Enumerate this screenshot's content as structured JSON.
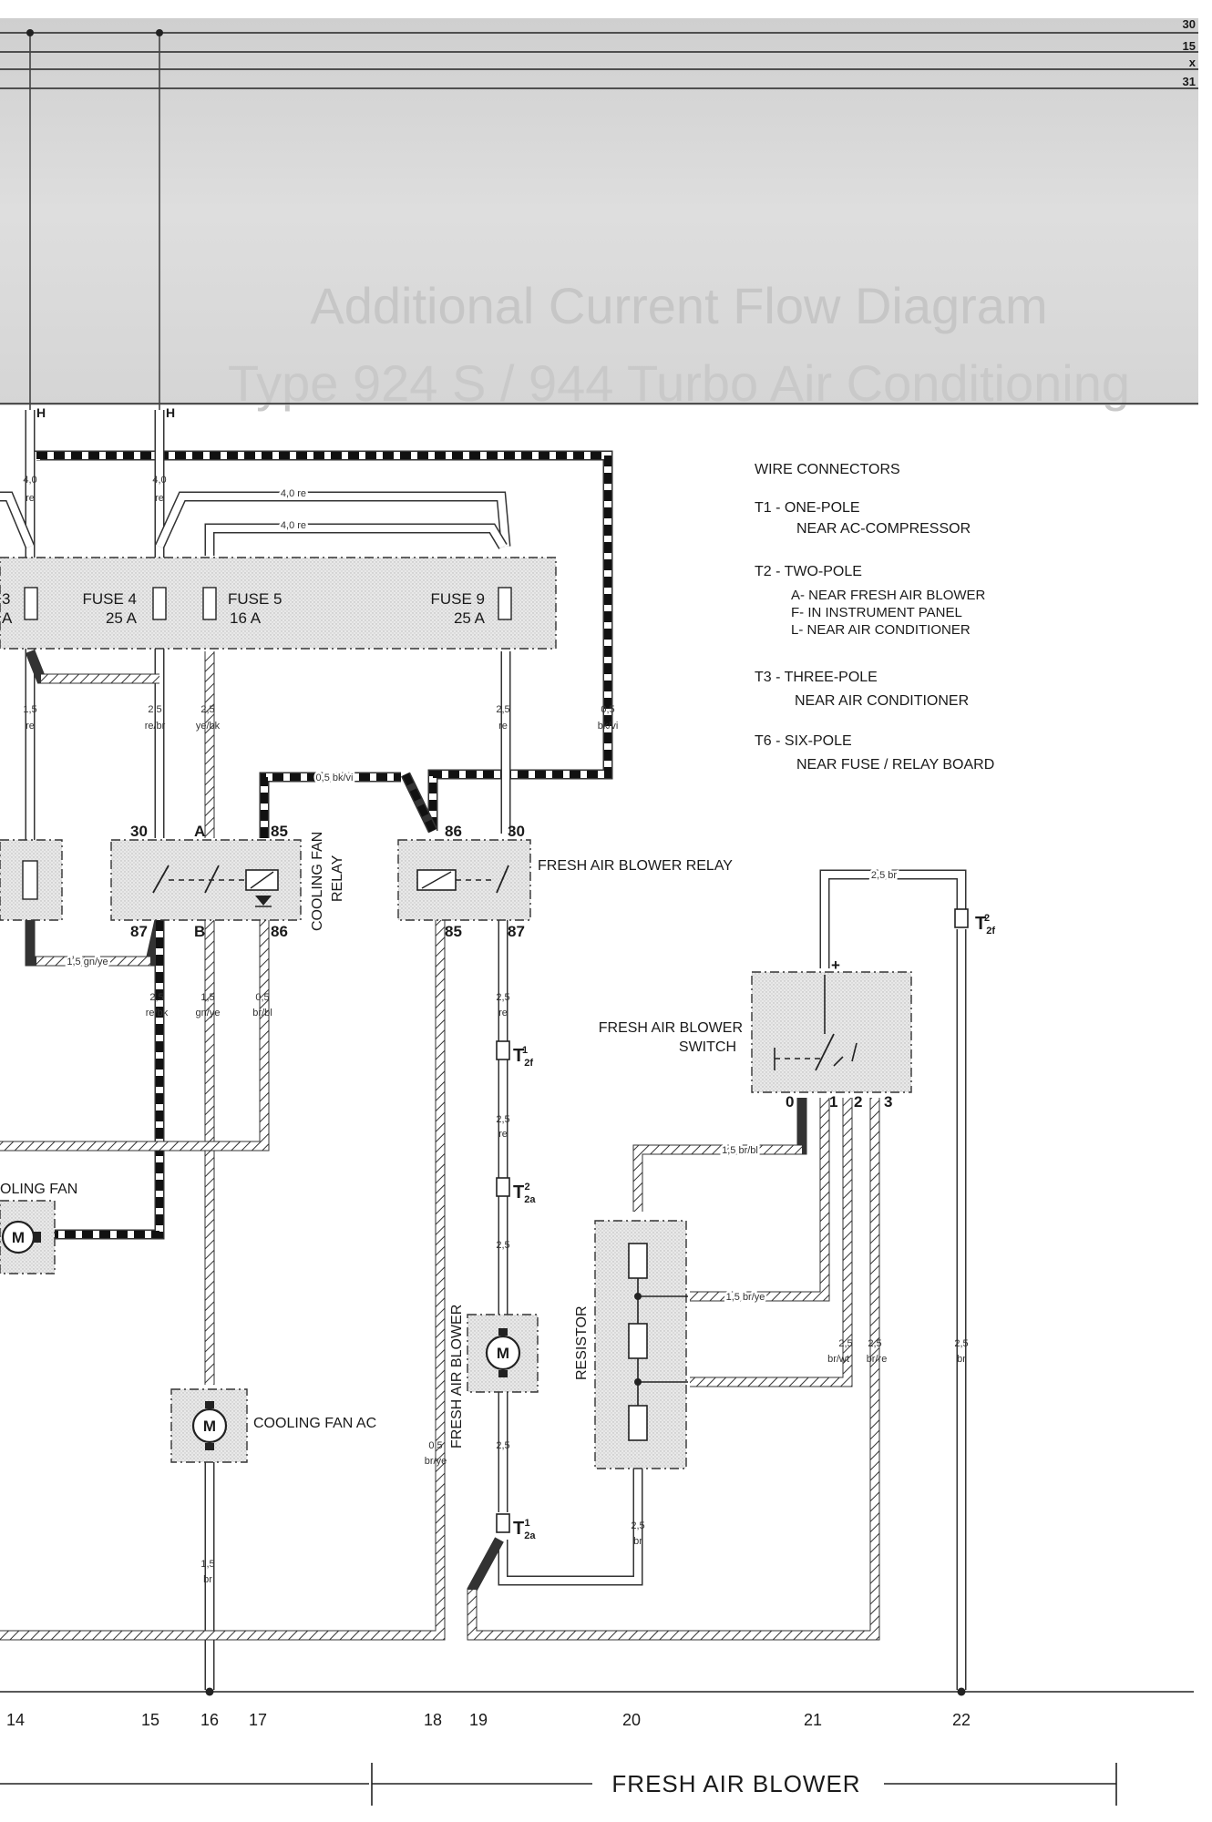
{
  "bus_lines": {
    "l30": "30",
    "l15": "15",
    "lx": "x",
    "l31": "31"
  },
  "faded_title": {
    "line1": "Additional Current Flow Diagram",
    "line2": "Type 924 S / 944 Turbo Air Conditioning"
  },
  "h_markers": [
    "H",
    "H"
  ],
  "wire_connectors": {
    "heading": "WIRE CONNECTORS",
    "t1": {
      "code": "T1 - ONE-POLE",
      "where": "NEAR AC-COMPRESSOR"
    },
    "t2": {
      "code": "T2 - TWO-POLE",
      "a": "A-  NEAR FRESH AIR BLOWER",
      "f": "F-   IN INSTRUMENT PANEL",
      "l": "L-   NEAR AIR CONDITIONER"
    },
    "t3": {
      "code": "T3 - THREE-POLE",
      "where": "NEAR AIR CONDITIONER"
    },
    "t6": {
      "code": "T6 - SIX-POLE",
      "where": "NEAR FUSE / RELAY BOARD"
    }
  },
  "fuses": {
    "fuse3": {
      "name": "3",
      "rating": "A"
    },
    "fuse4": {
      "name": "FUSE 4",
      "rating": "25 A"
    },
    "fuse5": {
      "name": "FUSE 5",
      "rating": "16 A"
    },
    "fuse9": {
      "name": "FUSE 9",
      "rating": "25 A"
    }
  },
  "wire_labels": {
    "w1": {
      "gauge": "4,0",
      "color": "re"
    },
    "w2": {
      "gauge": "4,0",
      "color": "re"
    },
    "w3": {
      "gauge": "4,0 re"
    },
    "w4": {
      "gauge": "4,0 re"
    },
    "w5": {
      "gauge": "1,5",
      "color": "re"
    },
    "w6": {
      "gauge": "2,5",
      "color": "re/br"
    },
    "w7": {
      "gauge": "2,5",
      "color": "ye/bk"
    },
    "w8": {
      "gauge": "2,5",
      "color": "re"
    },
    "w9": {
      "gauge": "0,5",
      "color": "bk/vi"
    },
    "w10": {
      "gauge": "0,5 bk/vi"
    },
    "w11": {
      "gauge": "1,5 gn/ye"
    },
    "w12": {
      "gauge": "2,5",
      "color": "re/bk"
    },
    "w13": {
      "gauge": "1,5",
      "color": "gn/ye"
    },
    "w14": {
      "gauge": "0,5",
      "color": "br/bl"
    },
    "w15": {
      "gauge": "2,5",
      "color": "re"
    },
    "w16": {
      "gauge": "2,5",
      "color": "re"
    },
    "w17": {
      "gauge": "2,5"
    },
    "w18": {
      "gauge": "2,5"
    },
    "w19": {
      "gauge": "0,5",
      "color": "br/ye"
    },
    "w20": {
      "gauge": "1,5",
      "color": "br"
    },
    "w21": {
      "gauge": "2,5 br"
    },
    "w22": {
      "gauge": "1,5 br/bl"
    },
    "w23": {
      "gauge": "1,5 br/ye"
    },
    "w24": {
      "gauge": "2,5",
      "color": "br/wt"
    },
    "w25": {
      "gauge": "2,5",
      "color": "br/re"
    },
    "w26": {
      "gauge": "2,5",
      "color": "br"
    },
    "w27": {
      "gauge": "2,5",
      "color": "br"
    }
  },
  "components": {
    "cooling_fan_relay": {
      "line1": "COOLING FAN",
      "line2": "RELAY",
      "pins": [
        "30",
        "A",
        "85",
        "87",
        "B",
        "86"
      ]
    },
    "fresh_air_blower_relay": {
      "label": "FRESH AIR BLOWER RELAY",
      "pins": [
        "86",
        "30",
        "85",
        "87"
      ]
    },
    "fresh_air_blower_switch": {
      "line1": "FRESH AIR BLOWER",
      "line2": "SWITCH",
      "pins": [
        "0",
        "1",
        "2",
        "3"
      ],
      "plus": "+"
    },
    "cooling_fan": {
      "label": "OLING FAN",
      "motor": "M"
    },
    "cooling_fan_ac": {
      "label": "COOLING FAN AC",
      "motor": "M"
    },
    "fresh_air_blower": {
      "line1": "FRESH AIR BLOWER",
      "motor": "M"
    },
    "resistor": {
      "label": "RESISTOR"
    }
  },
  "connectors": {
    "c_t2f1": {
      "base": "T",
      "sub": "2f",
      "sup": "1"
    },
    "c_t2a2": {
      "base": "T",
      "sub": "2a",
      "sup": "2"
    },
    "c_t2a1": {
      "base": "T",
      "sub": "2a",
      "sup": "1"
    },
    "c_t2f2": {
      "base": "T",
      "sub": "2f",
      "sup": "2"
    }
  },
  "columns": [
    "14",
    "15",
    "16",
    "17",
    "18",
    "19",
    "20",
    "21",
    "22"
  ],
  "section": {
    "label": "FRESH AIR BLOWER"
  }
}
